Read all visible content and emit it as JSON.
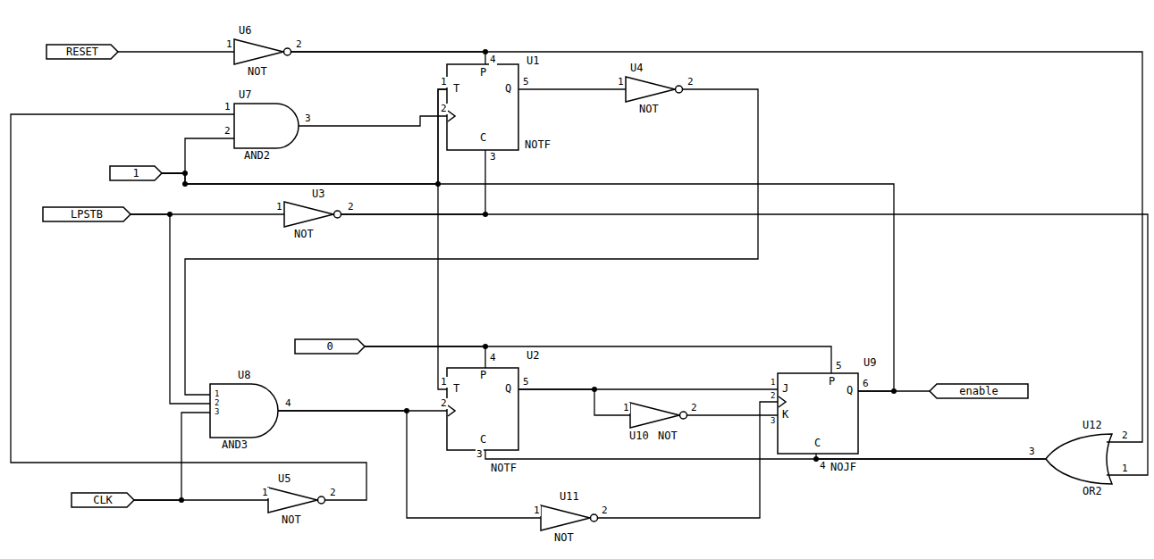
{
  "diagram": {
    "nodes": [
      {
        "text": [
          "RESET"
        ]
      },
      {
        "text": [
          "U6",
          "NOT"
        ]
      },
      {
        "text": [
          "U1",
          "T",
          "P",
          "Q",
          "C",
          "NOTF"
        ]
      },
      {
        "text": [
          "U4",
          "NOT"
        ]
      },
      {
        "text": [
          "U7",
          "AND2"
        ]
      },
      {
        "text": [
          "1"
        ]
      },
      {
        "text": [
          "LPSTB"
        ]
      },
      {
        "text": [
          "U3",
          "NOT"
        ]
      },
      {
        "text": [
          "0"
        ]
      },
      {
        "text": [
          "U2",
          "T",
          "P",
          "Q",
          "C",
          "NOTF"
        ]
      },
      {
        "text": [
          "U10",
          "NOT"
        ]
      },
      {
        "text": [
          "U9",
          "J",
          "K",
          "P",
          "Q",
          "C",
          "NOJF"
        ]
      },
      {
        "text": [
          "enable"
        ]
      },
      {
        "text": [
          "U8",
          "AND3"
        ]
      },
      {
        "text": [
          "U11",
          "NOT"
        ]
      },
      {
        "text": [
          "U12",
          "OR2"
        ]
      },
      {
        "text": [
          "CLK"
        ]
      },
      {
        "text": [
          "U5",
          "NOT"
        ]
      }
    ],
    "edges": [
      {
        "from": 0,
        "to": 1,
        "arrow": "none"
      },
      {
        "from": 1,
        "to": 2,
        "arrow": "none"
      },
      {
        "from": 1,
        "to": 15,
        "arrow": "none"
      },
      {
        "from": 4,
        "to": 2,
        "arrow": "none"
      },
      {
        "from": 5,
        "to": 4,
        "arrow": "none"
      },
      {
        "from": 5,
        "to": 2,
        "arrow": "none"
      },
      {
        "from": 5,
        "to": 9,
        "arrow": "none"
      },
      {
        "from": 11,
        "to": 2,
        "arrow": "none"
      },
      {
        "from": 2,
        "to": 3,
        "arrow": "none"
      },
      {
        "from": 3,
        "to": 13,
        "arrow": "none"
      },
      {
        "from": 6,
        "to": 7,
        "arrow": "none"
      },
      {
        "from": 6,
        "to": 13,
        "arrow": "none"
      },
      {
        "from": 7,
        "to": 2,
        "arrow": "none"
      },
      {
        "from": 7,
        "to": 15,
        "arrow": "none"
      },
      {
        "from": 8,
        "to": 9,
        "arrow": "none"
      },
      {
        "from": 8,
        "to": 11,
        "arrow": "none"
      },
      {
        "from": 9,
        "to": 11,
        "arrow": "none"
      },
      {
        "from": 9,
        "to": 10,
        "arrow": "none"
      },
      {
        "from": 10,
        "to": 11,
        "arrow": "none"
      },
      {
        "from": 11,
        "to": 12,
        "arrow": "none"
      },
      {
        "from": 13,
        "to": 9,
        "arrow": "none"
      },
      {
        "from": 13,
        "to": 14,
        "arrow": "none"
      },
      {
        "from": 14,
        "to": 11,
        "arrow": "none"
      },
      {
        "from": 15,
        "to": 11,
        "arrow": "none"
      },
      {
        "from": 15,
        "to": 9,
        "arrow": "none"
      },
      {
        "from": 16,
        "to": 17,
        "arrow": "none"
      },
      {
        "from": 16,
        "to": 13,
        "arrow": "none"
      },
      {
        "from": 17,
        "to": 4,
        "arrow": "none"
      }
    ],
    "labels": [
      "1",
      "2",
      "1",
      "2",
      "3",
      "1",
      "2",
      "4",
      "5",
      "3",
      "1",
      "2",
      "1",
      "2",
      "1",
      "2",
      "3",
      "4",
      "1",
      "2",
      "4",
      "5",
      "3",
      "1",
      "2",
      "1",
      "2",
      "3",
      "5",
      "6",
      "4",
      "1",
      "2",
      "2",
      "1",
      "3",
      "1",
      "2"
    ]
  }
}
